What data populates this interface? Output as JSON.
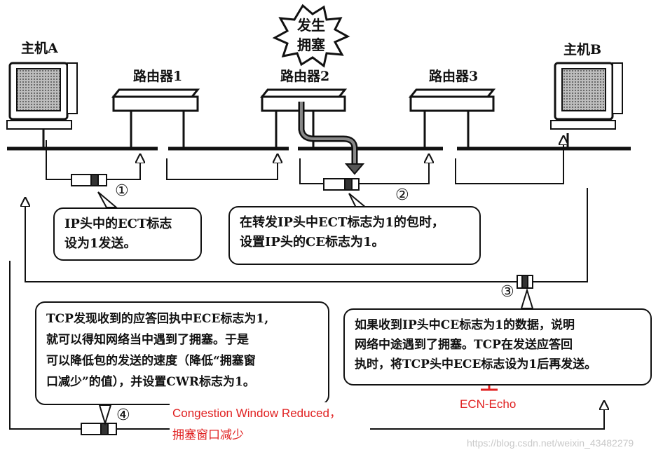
{
  "nodes": {
    "host_a": "主机A",
    "host_b": "主机B",
    "router1": "路由器1",
    "router2": "路由器2",
    "router3": "路由器3"
  },
  "congestion": {
    "line1": "发生",
    "line2": "拥塞"
  },
  "steps": {
    "s1": {
      "marker": "①",
      "lines": [
        "IP头中的ECT标志",
        "设为1发送。"
      ]
    },
    "s2": {
      "marker": "②",
      "lines": [
        "在转发IP头中ECT标志为1的包时，",
        "设置IP头的CE标志为1。"
      ]
    },
    "s3": {
      "marker": "③",
      "lines": [
        "如果收到IP头中CE标志为1的数据，说明",
        "网络中途遇到了拥塞。TCP在发送应答回",
        "执时，将TCP头中ECE标志设为1后再发送。"
      ]
    },
    "s4": {
      "marker": "④",
      "lines": [
        "TCP发现收到的应答回执中ECE标志为1,",
        "就可以得知网络当中遇到了拥塞。于是",
        "可以降低包的发送的速度（降低“拥塞窗",
        "口减少”的值），并设置CWR标志为1。"
      ]
    }
  },
  "annotations": {
    "cwr_line1": "Congestion Window Reduced，",
    "cwr_line2": "拥塞窗口减少",
    "ece": "ECN-Echo"
  },
  "watermark": "https://blog.csdn.net/weixin_43482279",
  "colors": {
    "ink": "#111111",
    "annotation": "#e02020",
    "watermark": "#c9c9c9"
  }
}
